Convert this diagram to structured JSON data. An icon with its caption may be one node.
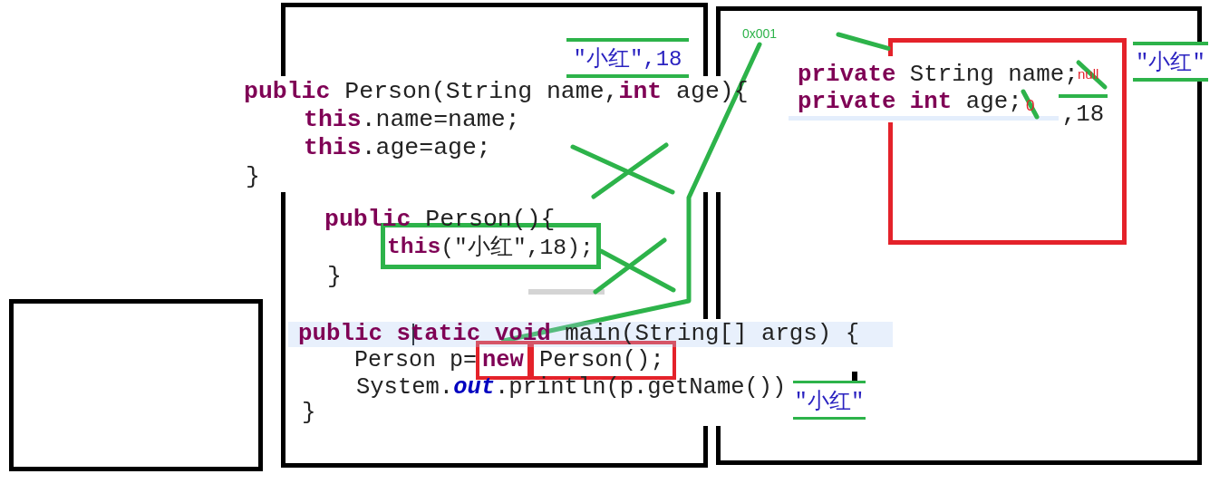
{
  "diagram": {
    "nodes": [
      {
        "text": [],
        "shape": "box"
      },
      {
        "text": [],
        "shape": "box"
      },
      {
        "text": [
          "0x001"
        ],
        "in": 1
      },
      {
        "text": [],
        "shape": "box",
        "in": 1
      },
      {
        "text": [
          "**this**(\"小红\",18);"
        ],
        "in": 0
      },
      {
        "text": [],
        "shape": "box"
      },
      {
        "text": [
          "new"
        ],
        "in": 0
      },
      {
        "text": [
          "Person();"
        ],
        "in": 0
      }
    ],
    "edges": [
      {
        "from": 6,
        "to": 2,
        "arrow": "none"
      },
      {
        "from": null,
        "to": 3,
        "arrow": "none"
      }
    ],
    "labels": [
      "\"小红\",18",
      "**public** Person(String name,**int** age){",
      "**this**.name=name;",
      "**this**.age=age;",
      "}",
      "**private** String name;",
      "null",
      "\"小红\"",
      "**private** **int** age;",
      "0",
      ",18",
      "**public** Person(){",
      "}",
      "**public** **static** **void** main(String[] args) {",
      "Person p=",
      "System.*out*.println(p.getName())",
      "\"小红\"",
      "}"
    ]
  }
}
